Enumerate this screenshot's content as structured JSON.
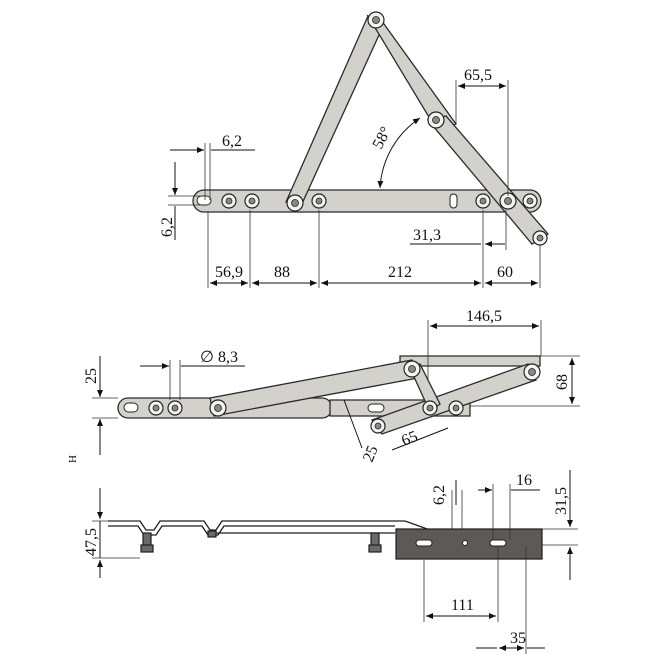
{
  "top_view": {
    "dims": {
      "hole_width": "6,2",
      "hole_height": "6,2",
      "seg1": "56,9",
      "seg2": "88",
      "seg3": "212",
      "seg4": "60",
      "offset_short": "31,3",
      "top_span": "65,5",
      "angle": "58°"
    }
  },
  "middle_view": {
    "dims": {
      "top_width": "146,5",
      "height_right": "68",
      "diameter": "∅ 8,3",
      "height_left": "25",
      "lower_height": "25",
      "lower_offset": "65",
      "side_glyph": "H"
    }
  },
  "bottom_view": {
    "dims": {
      "height_left": "47,5",
      "top_small": "6,2",
      "top_width": "16",
      "height_right": "31,5",
      "bottom_wide": "111",
      "bottom_short": "35"
    }
  },
  "colors": {
    "steel": "#d3d1cc",
    "dark": "#5c5956",
    "line": "#111111"
  }
}
